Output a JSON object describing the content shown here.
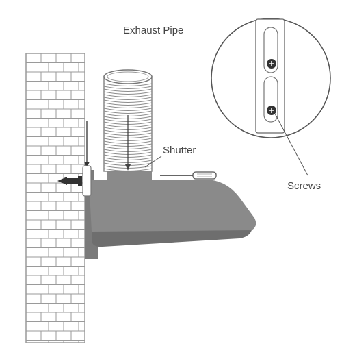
{
  "labels": {
    "exhaust_pipe": "Exhaust Pipe",
    "shutter": "Shutter",
    "screws": "Screws"
  },
  "colors": {
    "hood": "#8a8a8a",
    "hood_dark": "#707070",
    "line": "#555555",
    "brick_line": "#9a9a9a",
    "pipe_line": "#888888",
    "screw": "#333333",
    "background": "#ffffff"
  },
  "icons": {
    "screw": "screw-icon",
    "screwdriver": "screwdriver-icon",
    "wall_plug": "wall-plug-icon"
  }
}
